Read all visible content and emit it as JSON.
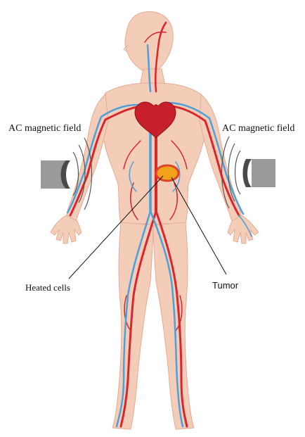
{
  "labels": {
    "field_left": "AC magnetic field",
    "field_right": "AC magnetic field",
    "heated_cells": "Heated cells",
    "tumor": "Tumor"
  },
  "colors": {
    "skin": "#f4cdb8",
    "skin_edge": "#e3ab94",
    "artery": "#d8262c",
    "vein": "#4f9fd8",
    "heart": "#c8202a",
    "tumor_fill": "#f2a21a",
    "tumor_ring": "#d9442a",
    "magnet": "#9a9a9a"
  }
}
